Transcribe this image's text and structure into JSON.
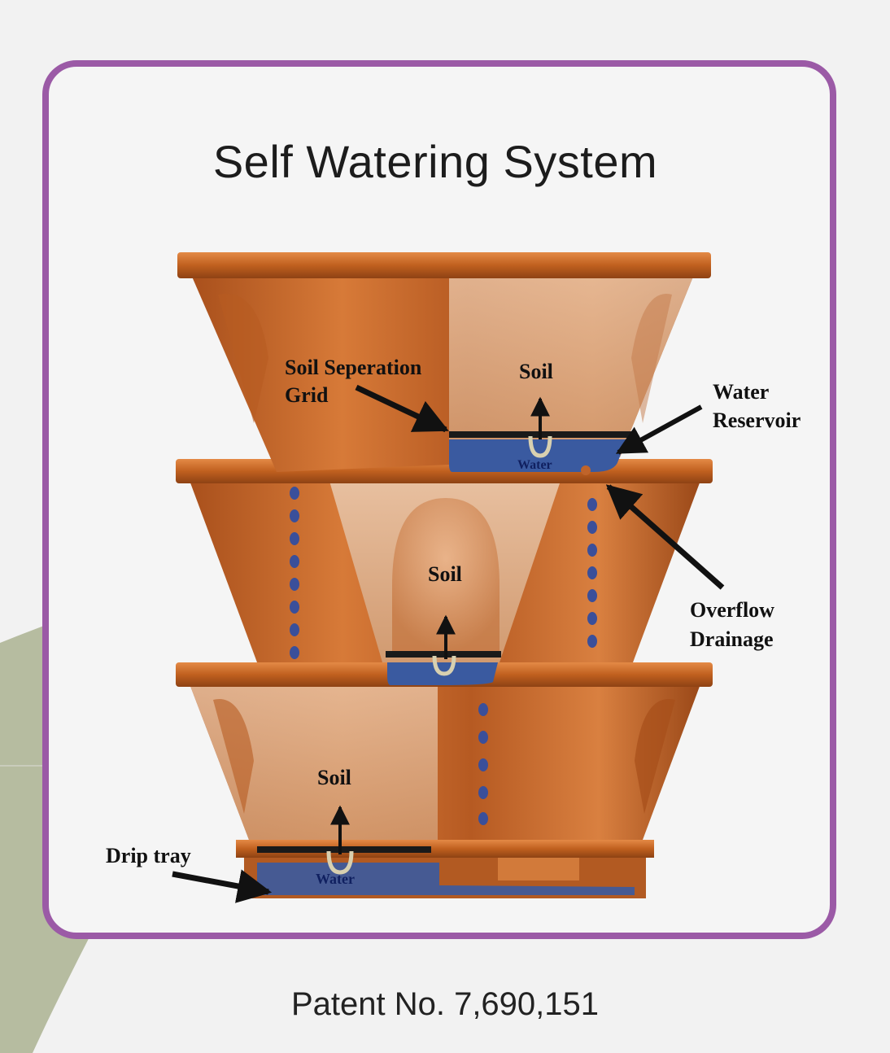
{
  "title": "Self Watering System",
  "footer": "Patent No. 7,690,151",
  "labels": {
    "grid_line1": "Soil Seperation",
    "grid_line2": "Grid",
    "soil_top": "Soil",
    "soil_mid": "Soil",
    "soil_bottom": "Soil",
    "reservoir_line1": "Water",
    "reservoir_line2": "Reservoir",
    "overflow_line1": "Overflow",
    "overflow_line2": "Drainage",
    "drip_tray": "Drip tray",
    "water_top": "Water",
    "water_bottom": "Water"
  },
  "colors": {
    "frame": "#9b5aa6",
    "copper": "#c8682a",
    "water": "#3a5aa0",
    "leaf": "#b6bca0"
  }
}
